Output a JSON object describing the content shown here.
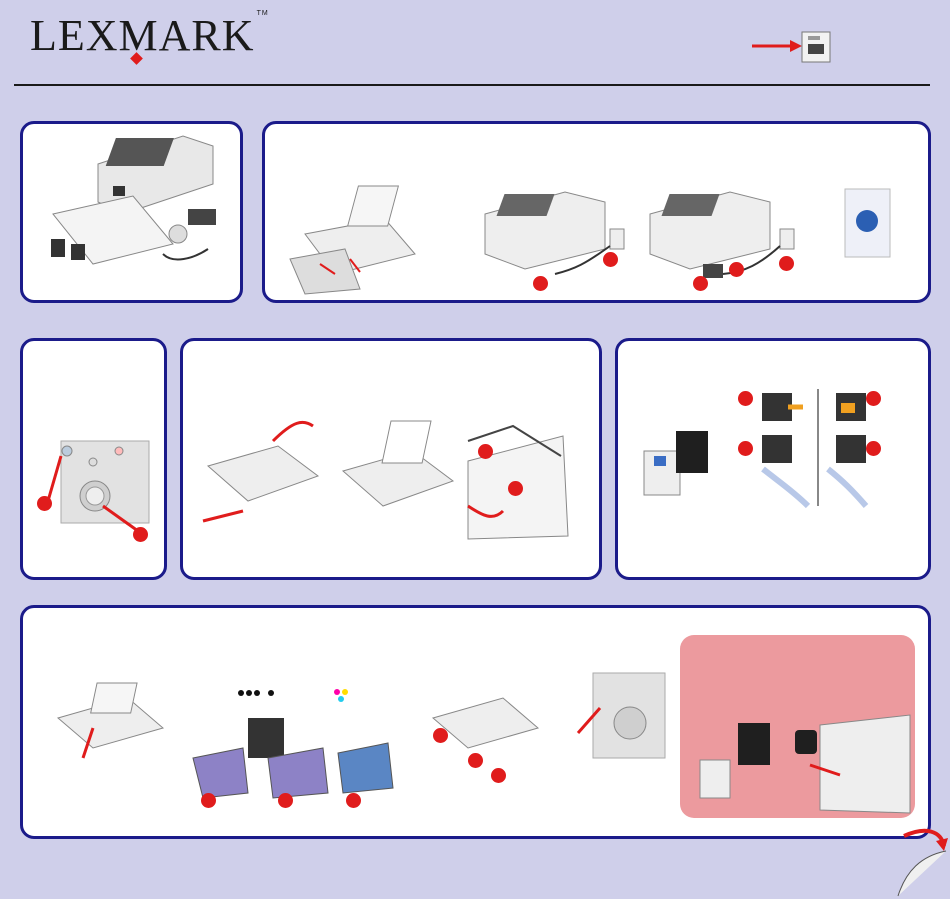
{
  "header": {
    "logo_text": "LEXMARK",
    "logo_tm": "TM"
  },
  "colors": {
    "background": "#cfcfea",
    "panel_border": "#1b1b8a",
    "accent_red": "#e01c1c",
    "note_box": "#ec9a9e"
  },
  "icons": [
    "document-icon",
    "arrow-icon",
    "power-button-icon",
    "curl-page-icon"
  ],
  "panels": [
    {
      "id": "box-contents"
    },
    {
      "id": "connect-power"
    },
    {
      "id": "power-on"
    },
    {
      "id": "load-paper"
    },
    {
      "id": "prepare-cartridges"
    },
    {
      "id": "install-cartridges"
    }
  ]
}
